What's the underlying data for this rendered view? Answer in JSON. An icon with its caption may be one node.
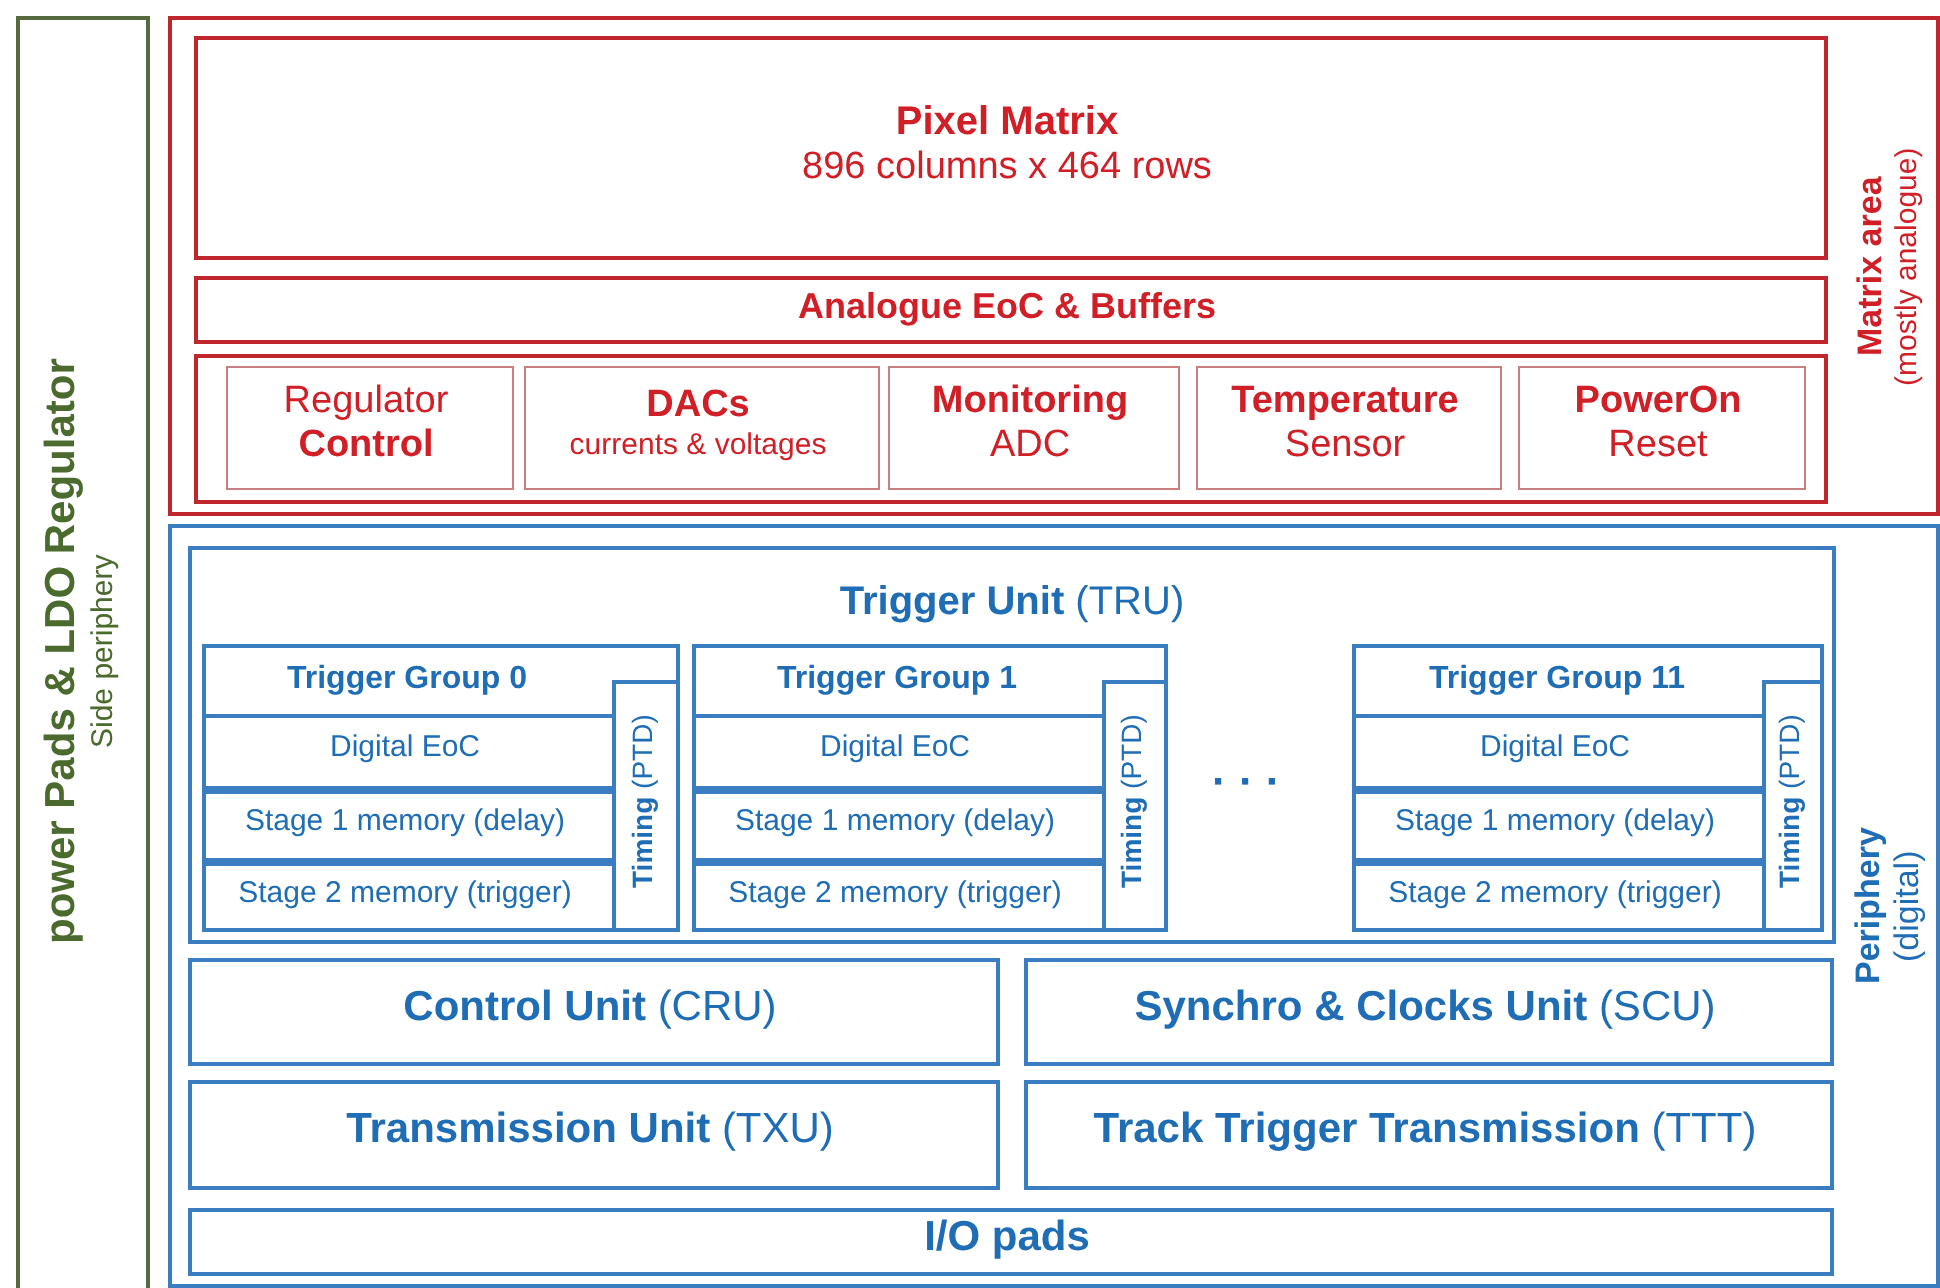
{
  "diagram": {
    "nodes": [
      {
        "text": [
          "power Pads & LDO Regulator",
          "Side periphery"
        ]
      },
      {
        "text": [
          "Matrix area",
          "(mostly analogue)"
        ]
      },
      {
        "text": [
          "Pixel Matrix",
          "896 columns x 464 rows"
        ],
        "in": 1
      },
      {
        "text": [
          "Analogue EoC & Buffers"
        ],
        "in": 1
      },
      {
        "text": [],
        "shape": "box",
        "in": 1
      },
      {
        "text": [
          "Regulator",
          "Control"
        ],
        "in": 4
      },
      {
        "text": [
          "DACs",
          "currents & voltages"
        ],
        "in": 4
      },
      {
        "text": [
          "Monitoring",
          "ADC"
        ],
        "in": 4
      },
      {
        "text": [
          "Temperature",
          "Sensor"
        ],
        "in": 4
      },
      {
        "text": [
          "PowerOn",
          "Reset"
        ],
        "in": 4
      },
      {
        "text": [
          "Periphery",
          "(digital)"
        ]
      },
      {
        "text": [
          "**Trigger Unit** (TRU)"
        ],
        "in": 10
      },
      {
        "text": [
          "Trigger Group 0"
        ],
        "in": 11
      },
      {
        "text": [
          "Digital EoC"
        ],
        "in": 12
      },
      {
        "text": [
          "Stage 1 memory (delay)"
        ],
        "in": 12
      },
      {
        "text": [
          "Stage 2 memory (trigger)"
        ],
        "in": 12
      },
      {
        "text": [
          "**Timing** (PTD)"
        ],
        "in": 12
      },
      {
        "text": [
          "Trigger Group 1"
        ],
        "in": 11
      },
      {
        "text": [
          "Digital EoC"
        ],
        "in": 17
      },
      {
        "text": [
          "Stage 1 memory (delay)"
        ],
        "in": 17
      },
      {
        "text": [
          "Stage 2 memory (trigger)"
        ],
        "in": 17
      },
      {
        "text": [
          "**Timing** (PTD)"
        ],
        "in": 17
      },
      {
        "text": [
          "Trigger Group 11"
        ],
        "in": 11
      },
      {
        "text": [
          "Digital EoC"
        ],
        "in": 22
      },
      {
        "text": [
          "Stage 1 memory (delay)"
        ],
        "in": 22
      },
      {
        "text": [
          "Stage 2 memory (trigger)"
        ],
        "in": 22
      },
      {
        "text": [
          "**Timing** (PTD)"
        ],
        "in": 22
      },
      {
        "text": [
          "**Control Unit** (CRU)"
        ],
        "in": 10
      },
      {
        "text": [
          "**Synchro & Clocks Unit** (SCU)"
        ],
        "in": 10
      },
      {
        "text": [
          "**Transmission Unit** (TXU)"
        ],
        "in": 10
      },
      {
        "text": [
          "**Track Trigger Transmission** (TTT)"
        ],
        "in": 10
      },
      {
        "text": [
          "I/O pads"
        ],
        "in": 10
      }
    ],
    "labels": [
      "· · ·"
    ]
  }
}
